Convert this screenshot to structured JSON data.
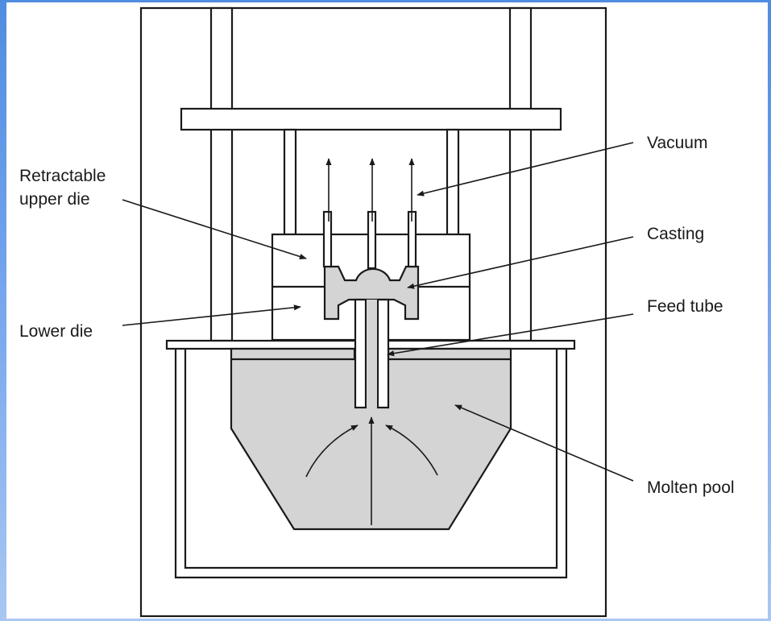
{
  "labels": {
    "vacuum": "Vacuum",
    "retractable_line1": "Retractable",
    "retractable_line2": "upper die",
    "casting": "Casting",
    "feed_tube": "Feed tube",
    "lower_die": "Lower die",
    "molten_pool": "Molten pool"
  },
  "colors": {
    "background_top": "#4f8de0",
    "background_bottom": "#a9c7f2",
    "molten_fill": "#d4d4d4",
    "line": "#1a1a1a"
  }
}
